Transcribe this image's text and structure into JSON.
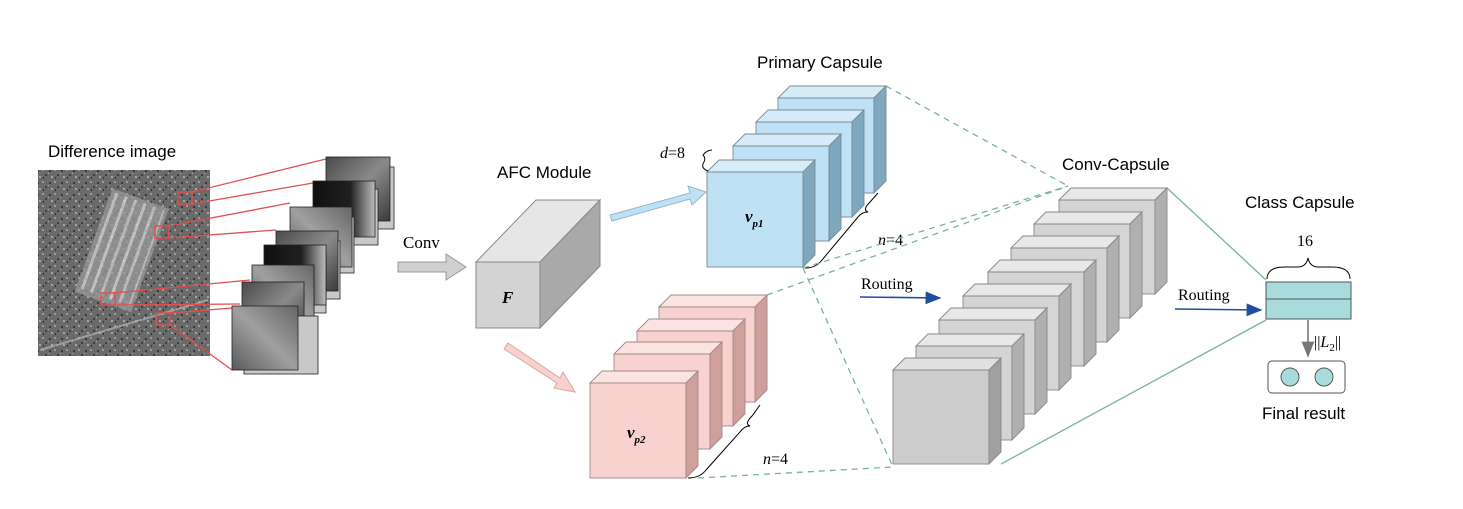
{
  "labels": {
    "difference_image": "Difference image",
    "conv": "Conv",
    "afc_module": "AFC Module",
    "F": "F",
    "primary_capsule": "Primary Capsule",
    "d_eq": "d",
    "d_val": "=8",
    "vp1_v": "v",
    "vp1_sub": "p1",
    "vp2_v": "v",
    "vp2_sub": "p2",
    "n1_n": "n",
    "n1_val": "=4",
    "n2_n": "n",
    "n2_val": "=4",
    "conv_capsule": "Conv-Capsule",
    "routing1": "Routing",
    "routing2": "Routing",
    "class_capsule": "Class Capsule",
    "class_dim": "16",
    "l2_pre": "||",
    "l2_L": "L",
    "l2_sub": "2",
    "l2_post": "||",
    "final_result": "Final result"
  },
  "colors": {
    "red_box": "#e05050",
    "blue_cube": "#bfe1f5",
    "pink_cube": "#f8d2cf",
    "gray_cube": "#d4d4d4",
    "teal_capsule": "#a8dcdc",
    "routing_arrow": "#1f4e9c"
  }
}
